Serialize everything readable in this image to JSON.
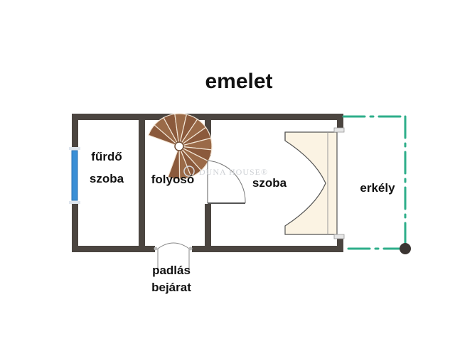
{
  "title": "emelet",
  "rooms": {
    "bath_line1": "fűrdő",
    "bath_line2": "szoba",
    "hall": "folyosó",
    "room": "szoba",
    "balcony": "erkély",
    "attic_line1": "padlás",
    "attic_line2": "bejárat"
  },
  "watermark": "DUNA HOUSE®",
  "colors": {
    "wall": "#4b4540",
    "balcony_line": "#2eae8a",
    "window": "#3a8fd6",
    "stair": "#8b5a3c",
    "floor": "#ffffff",
    "cabinet": "#fbf3e3"
  }
}
